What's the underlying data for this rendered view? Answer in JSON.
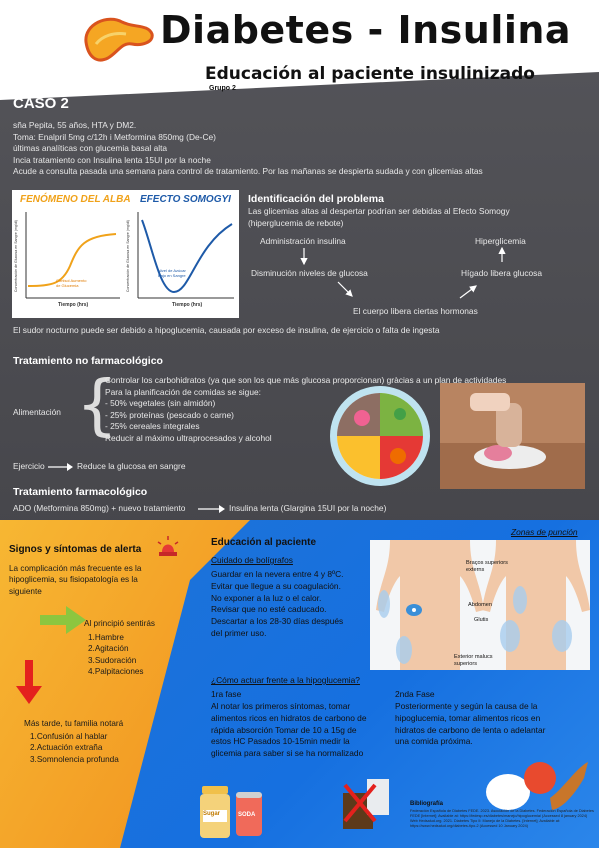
{
  "header": {
    "title": "Diabetes - Insulina",
    "subtitle": "Educación al paciente insulinizado",
    "group": "Grupo 2"
  },
  "case": {
    "heading": "CASO 2",
    "lines": [
      "sña Pepita, 55 años, HTA y DM2.",
      "Toma: Enalpril 5mg c/12h i Metformina 850mg (De-Ce)",
      "últimas analíticas con glucemia basal alta",
      "Incia tratamiento con Insulina lenta 15UI por la noche",
      "Acude a consulta pasada una semana para control de tratamiento. Por las mañanas se despierta sudada y con glicemias altas"
    ]
  },
  "charts": {
    "alba_title": "FENÓMENO DEL ALBA",
    "somogyi_title": "EFECTO SOMOGYI",
    "ylabel": "Concentración de Glucosa en Sangre (mg/dl)",
    "xlabel": "Tiempo (hrs)",
    "alba_note": "Cortisol Aumento de Glucemia",
    "somogyi_note": "Nivel de Azúcar Bajo en Sangre"
  },
  "problem": {
    "heading": "Identificación del problema",
    "text": "Las glicemias altas al despertar podrían ser debidas al Efecto Somogy (hiperglucemia de rebote)",
    "flow": {
      "admin": "Administración insulina",
      "dismin": "Disminución niveles de glucosa",
      "body": "El cuerpo libera ciertas hormonas",
      "liver": "Hígado libera glucosa",
      "hyper": "Hiperglicemia"
    },
    "note": "El sudor nocturno puede ser debido a hipoglucemia, causada por exceso de insulina, de ejercicio o falta de ingesta"
  },
  "nonpharm": {
    "heading": "Tratamiento no farmacológico",
    "label": "Alimentación",
    "lines": [
      "Controlar los carbohidratos (ya que son los que más glucosa proporcionan) gràcias a un plan de actividades",
      "Para la planificación de comidas se sigue:",
      "- 50% vegetales (sin almidón)",
      "- 25% proteínas (pescado o carne)",
      "- 25% cereales integrales",
      "Reducir al máximo ultraprocesados y alcohol"
    ],
    "exercise": "Ejercicio",
    "exercise_effect": "Reduce la glucosa en sangre"
  },
  "pharm": {
    "heading": "Tratamiento farmacológico",
    "from": "ADO (Metformina 850mg) + nuevo tratamiento",
    "to": "Insulina lenta (Glargina 15UI por la noche)"
  },
  "signs": {
    "heading": "Signos y síntomas de alerta",
    "intro": "La complicación más frecuente es la hipoglicemia, su fisiopatología es la siguiente",
    "early_title": "Al principió sentirás",
    "early": [
      "1.Hambre",
      "2.Agitación",
      "3.Sudoración",
      "4.Palpitaciones"
    ],
    "late_title": "Más tarde, tu familia notará",
    "late": [
      "1.Confusión al hablar",
      "2.Actuación extraña",
      "3.Somnolencia profunda"
    ]
  },
  "education": {
    "heading": "Educación al paciente",
    "pens_title": "Cuidado de bolígrafos",
    "pens": [
      "Guardar en la nevera entre 4 y 8ºC.",
      "Evitar que llegue a su coagulación.",
      "No exponer a la luz o el calor.",
      "Revisar que no esté caducado.",
      "Descartar a los 28-30 días después del primer uso."
    ],
    "zones_title": "Zonas de punción",
    "zone_labels": [
      "Braços superiors externs",
      "Abdomen",
      "Glutis",
      "Exterior malucs superiors"
    ],
    "hypo_title": "¿Cómo actuar frente a la hipoglucemia?",
    "phase1_title": "1ra fase",
    "phase1": "Al notar los primeros síntomas, tomar alimentos ricos en hidratos de carbono de rápida absorción Tomar de 10 a 15g de estos HC Pasados 10-15min medir la glicemia para saber si se ha normalizado",
    "phase2_title": "2nda Fase",
    "phase2": "Posteriormente y según la causa de la hipoglucemia, tomar alimentos ricos en hidratos de carbono de lenta o adelantar una comida próxima.",
    "sugar_label": "Sugar",
    "soda_label": "SODA",
    "biblio_title": "Bibliografía",
    "biblio": "Federación Española de Diabetes FEDE. 2023. Asociación de la Diabetes. Federación Española de Diabetes FEDE [Internet]; Available at: https://fedesp.es/diabetes/manejo/hipoglucemia/ (Accessed 8 january 2024) Web Hedsalud.org. 2021. Diabetes Tipo II: Manejo de la Diabetes. [Internet]; Available at: https://www.hedsalud.org/diabetes-tipo-2 (Accessed 10 January 2024)"
  },
  "colors": {
    "dark_bg": "#4b4b50",
    "orange": "#f39a22",
    "blue": "#1b6fd8",
    "alba_orange": "#f0a21a",
    "somogyi_blue": "#1e5aa8",
    "arrow_green": "#8cc63f",
    "arrow_red": "#e4211d"
  }
}
